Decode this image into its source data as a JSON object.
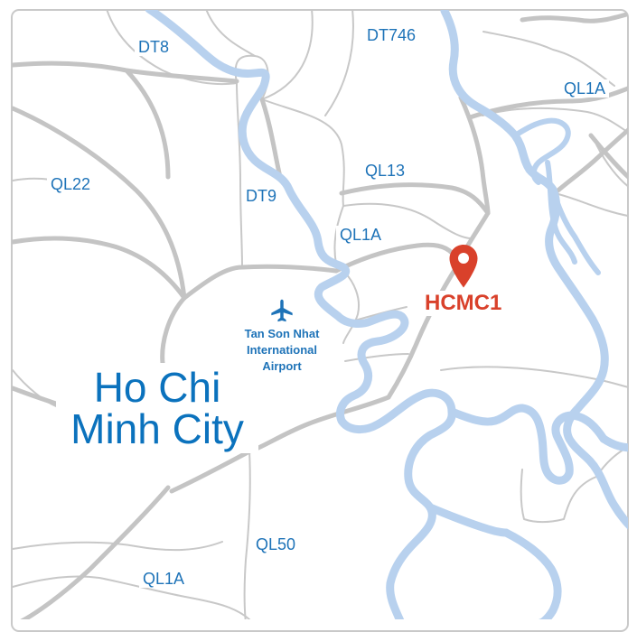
{
  "map": {
    "city_name_line1": "Ho Chi",
    "city_name_line2": "Minh City",
    "airport": {
      "line1": "Tan Son Nhat",
      "line2": "International",
      "line3": "Airport",
      "icon": "airplane-icon"
    },
    "marker": {
      "label": "HCMC1",
      "icon": "location-pin-icon",
      "color": "#d9412b"
    },
    "road_labels": {
      "dt8": "DT8",
      "dt746": "DT746",
      "ql1a_northeast": "QL1A",
      "ql22": "QL22",
      "dt9": "DT9",
      "ql13": "QL13",
      "ql1a_center": "QL1A",
      "ql50": "QL50",
      "ql1a_south": "QL1A"
    },
    "colors": {
      "water": "#b8d1ee",
      "road": "#c4c4c4",
      "label": "#1e73b8",
      "city": "#0b72bd"
    }
  }
}
